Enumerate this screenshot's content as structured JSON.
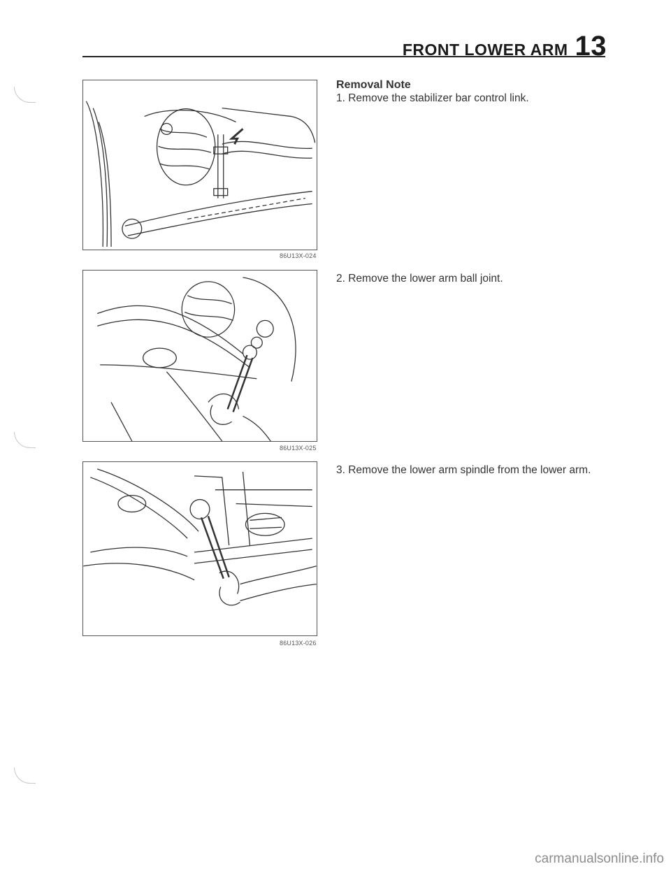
{
  "header": {
    "title": "FRONT LOWER ARM",
    "section_number": "13"
  },
  "figures": [
    {
      "caption": "86U13X-024",
      "icon": "stabilizer-link-illustration"
    },
    {
      "caption": "86U13X-025",
      "icon": "ball-joint-wrench-illustration"
    },
    {
      "caption": "86U13X-026",
      "icon": "spindle-ratchet-illustration"
    }
  ],
  "content": {
    "heading": "Removal Note",
    "steps": [
      "1. Remove the stabilizer bar control link.",
      "2. Remove the lower arm ball joint.",
      "3. Remove the lower arm spindle from the lower arm."
    ]
  },
  "footer": {
    "watermark": "carmanualsonline.info"
  }
}
